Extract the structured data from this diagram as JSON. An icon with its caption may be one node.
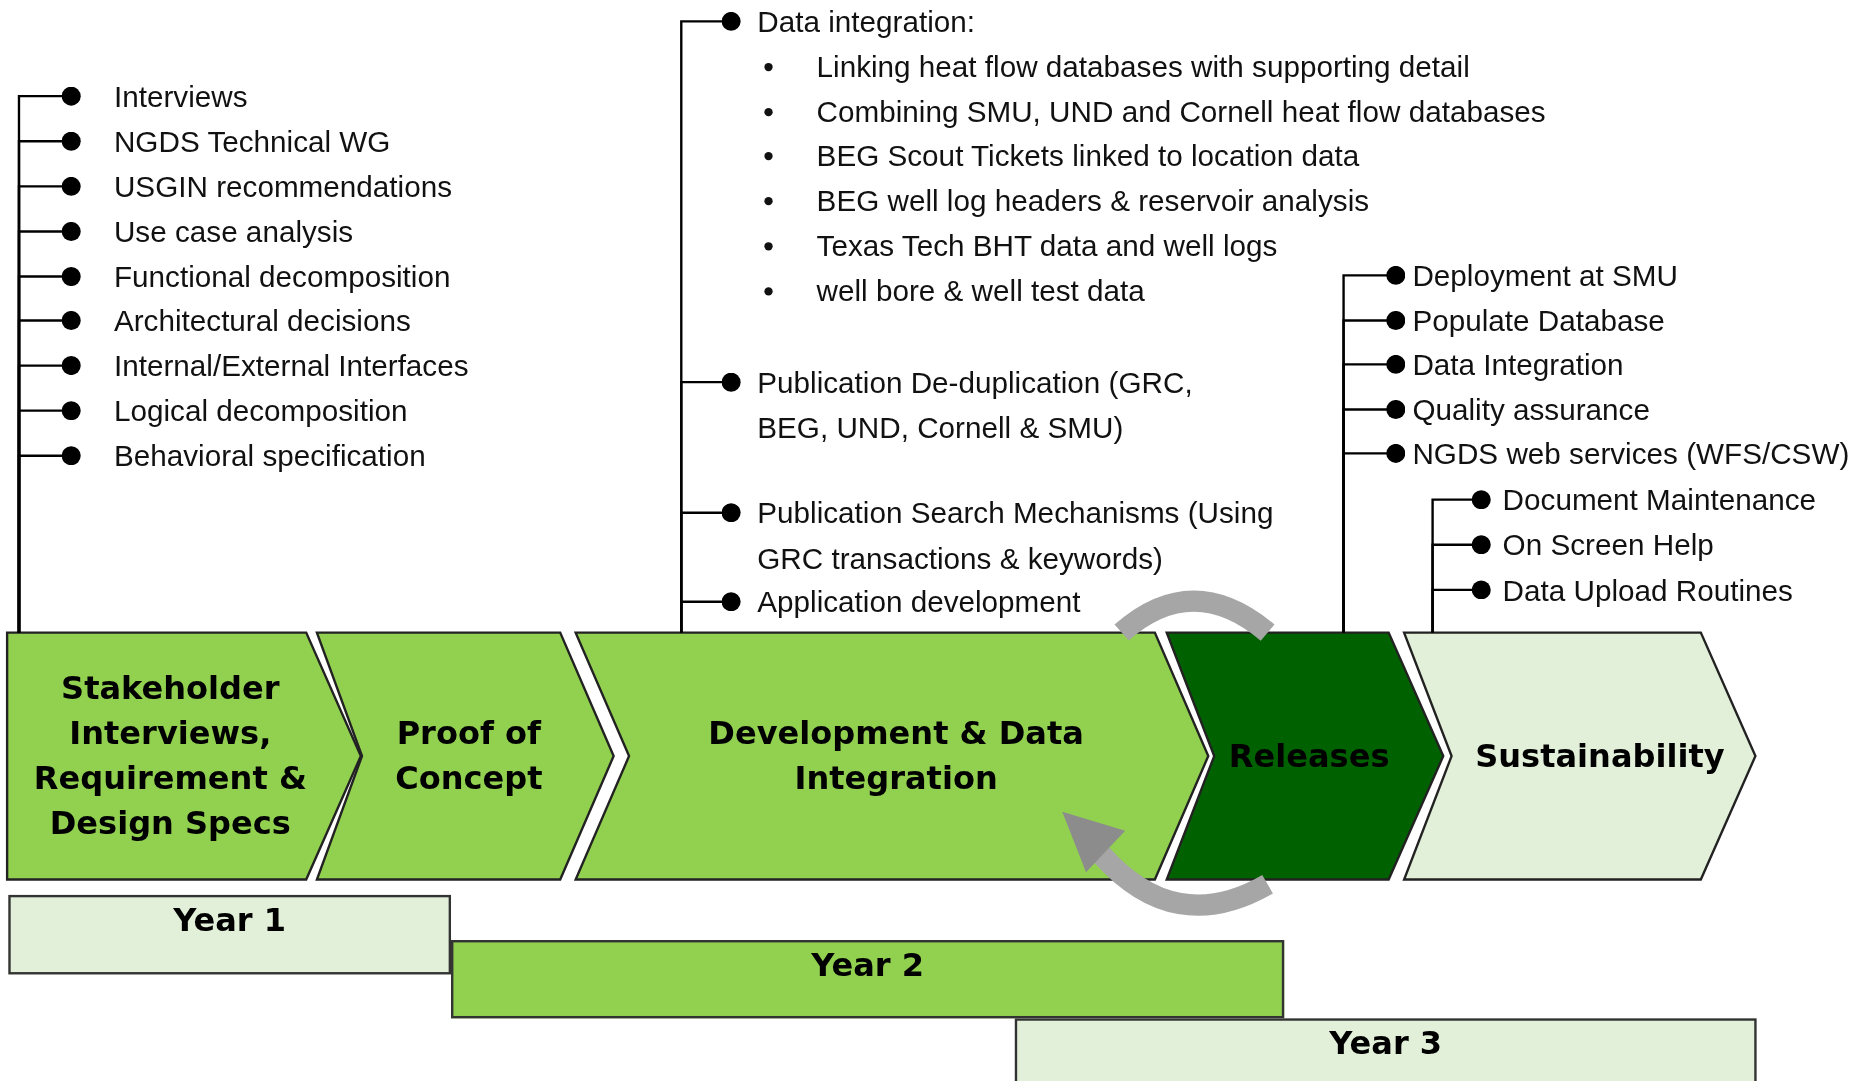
{
  "diagram": {
    "nodes": [
      {
        "text": [
          "Stakeholder Interviews, Requirement & Design Specs"
        ]
      },
      {
        "text": [
          "Proof of Concept"
        ]
      },
      {
        "text": [
          "Development & Data Integration"
        ]
      },
      {
        "text": [
          "Releases"
        ]
      },
      {
        "text": [
          "Sustainability"
        ]
      },
      {
        "text": [
          "Year 1"
        ]
      },
      {
        "text": [
          "Year 2"
        ]
      },
      {
        "text": [
          "Year 3"
        ]
      },
      {
        "text": [
          "Interviews"
        ]
      },
      {
        "text": [
          "NGDS Technical WG"
        ]
      },
      {
        "text": [
          "USGIN recommendations"
        ]
      },
      {
        "text": [
          "Use case analysis"
        ]
      },
      {
        "text": [
          "Functional decomposition"
        ]
      },
      {
        "text": [
          "Architectural decisions"
        ]
      },
      {
        "text": [
          "Internal/External Interfaces"
        ]
      },
      {
        "text": [
          "Logical decomposition"
        ]
      },
      {
        "text": [
          "Behavioral specification"
        ]
      },
      {
        "text": [
          "Data integration:",
          "Linking heat flow databases with supporting detail",
          "Combining SMU, UND and Cornell heat flow databases",
          "BEG Scout Tickets linked to location data",
          "BEG well log headers & reservoir analysis",
          "Texas Tech BHT data and well logs",
          "well bore & well test data"
        ]
      },
      {
        "text": [
          "Publication De-duplication (GRC, BEG, UND, Cornell & SMU)"
        ]
      },
      {
        "text": [
          "Publication Search Mechanisms (Using GRC transactions & keywords)"
        ]
      },
      {
        "text": [
          "Application development"
        ]
      },
      {
        "text": [
          "Deployment at SMU"
        ]
      },
      {
        "text": [
          "Populate Database"
        ]
      },
      {
        "text": [
          "Data Integration"
        ]
      },
      {
        "text": [
          "Quality assurance"
        ]
      },
      {
        "text": [
          "NGDS web services (WFS/CSW)"
        ]
      },
      {
        "text": [
          "Document Maintenance"
        ]
      },
      {
        "text": [
          "On Screen Help"
        ]
      },
      {
        "text": [
          "Data Upload Routines"
        ]
      }
    ],
    "edges": [
      {
        "from": 0,
        "to": 8,
        "arrow": "other"
      },
      {
        "from": 0,
        "to": 9,
        "arrow": "other"
      },
      {
        "from": 0,
        "to": 10,
        "arrow": "other"
      },
      {
        "from": 0,
        "to": 11,
        "arrow": "other"
      },
      {
        "from": 0,
        "to": 12,
        "arrow": "other"
      },
      {
        "from": 0,
        "to": 13,
        "arrow": "other"
      },
      {
        "from": 0,
        "to": 14,
        "arrow": "other"
      },
      {
        "from": 0,
        "to": 15,
        "arrow": "other"
      },
      {
        "from": 0,
        "to": 16,
        "arrow": "other"
      },
      {
        "from": 2,
        "to": 17,
        "arrow": "other"
      },
      {
        "from": 2,
        "to": 18,
        "arrow": "other"
      },
      {
        "from": 2,
        "to": 19,
        "arrow": "other"
      },
      {
        "from": 2,
        "to": 20,
        "arrow": "other"
      },
      {
        "from": 3,
        "to": 21,
        "arrow": "other"
      },
      {
        "from": 3,
        "to": 22,
        "arrow": "other"
      },
      {
        "from": 3,
        "to": 23,
        "arrow": "other"
      },
      {
        "from": 3,
        "to": 24,
        "arrow": "other"
      },
      {
        "from": 3,
        "to": 25,
        "arrow": "other"
      },
      {
        "from": 4,
        "to": 26,
        "arrow": "other"
      },
      {
        "from": 4,
        "to": 27,
        "arrow": "other"
      },
      {
        "from": 4,
        "to": 28,
        "arrow": "other"
      }
    ]
  }
}
